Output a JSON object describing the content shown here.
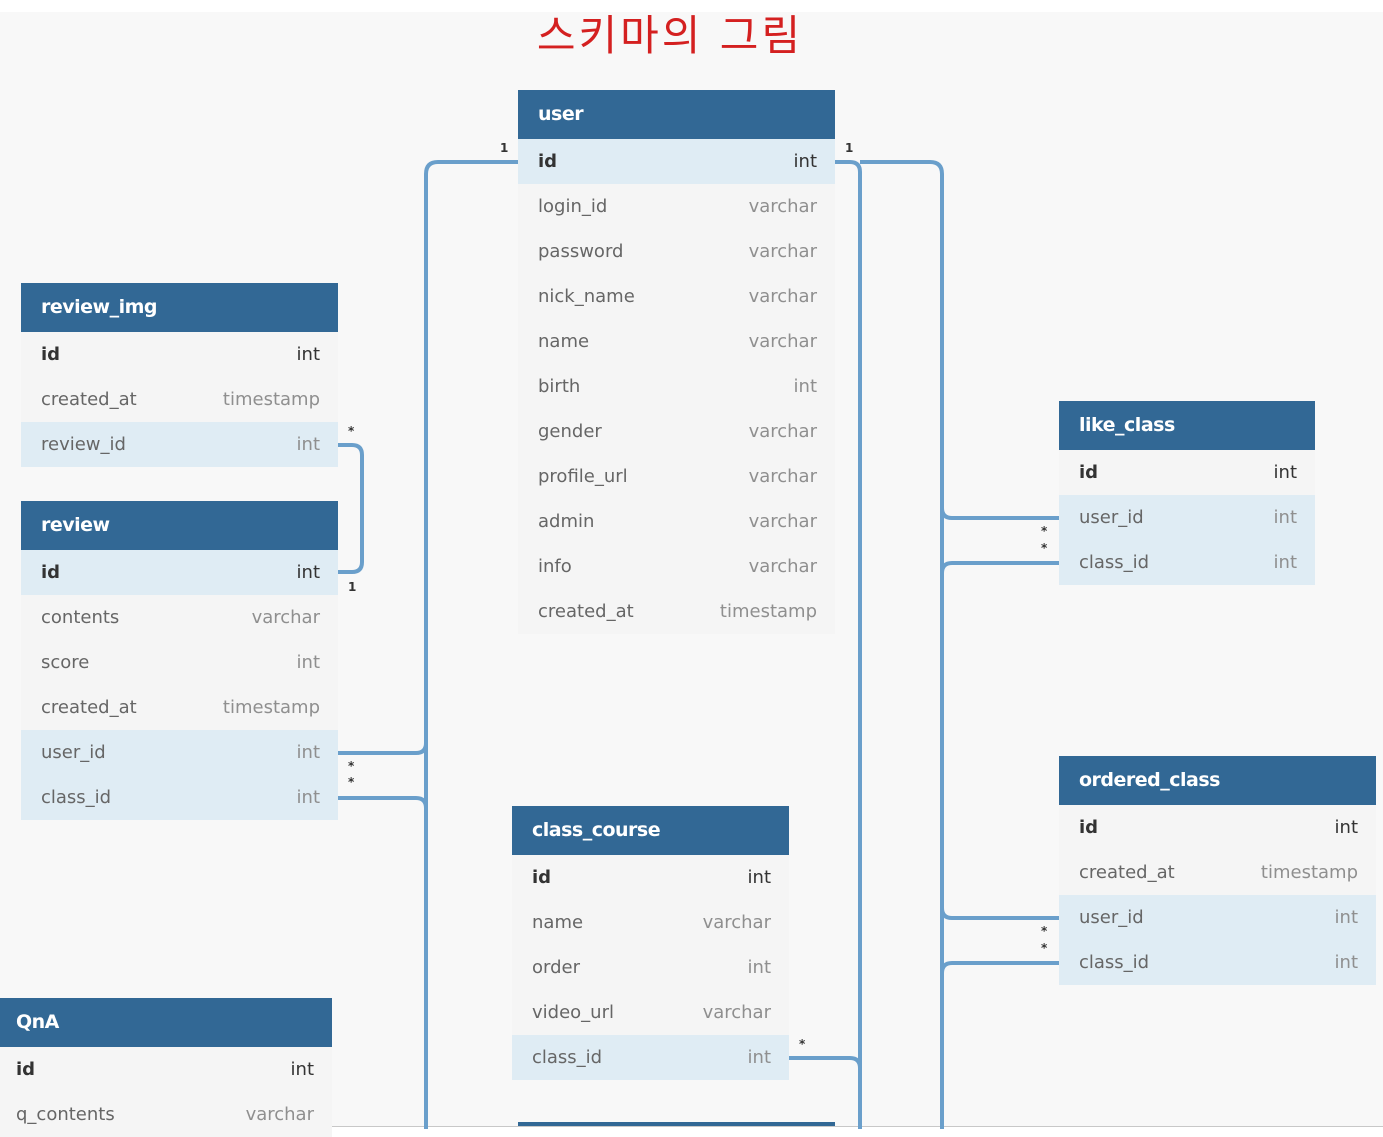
{
  "title": "스키마의 그림",
  "tables": {
    "user": {
      "name": "user",
      "fields": [
        {
          "name": "id",
          "type": "int"
        },
        {
          "name": "login_id",
          "type": "varchar"
        },
        {
          "name": "password",
          "type": "varchar"
        },
        {
          "name": "nick_name",
          "type": "varchar"
        },
        {
          "name": "name",
          "type": "varchar"
        },
        {
          "name": "birth",
          "type": "int"
        },
        {
          "name": "gender",
          "type": "varchar"
        },
        {
          "name": "profile_url",
          "type": "varchar"
        },
        {
          "name": "admin",
          "type": "varchar"
        },
        {
          "name": "info",
          "type": "varchar"
        },
        {
          "name": "created_at",
          "type": "timestamp"
        }
      ]
    },
    "review_img": {
      "name": "review_img",
      "fields": [
        {
          "name": "id",
          "type": "int"
        },
        {
          "name": "created_at",
          "type": "timestamp"
        },
        {
          "name": "review_id",
          "type": "int"
        }
      ]
    },
    "review": {
      "name": "review",
      "fields": [
        {
          "name": "id",
          "type": "int"
        },
        {
          "name": "contents",
          "type": "varchar"
        },
        {
          "name": "score",
          "type": "int"
        },
        {
          "name": "created_at",
          "type": "timestamp"
        },
        {
          "name": "user_id",
          "type": "int"
        },
        {
          "name": "class_id",
          "type": "int"
        }
      ]
    },
    "like_class": {
      "name": "like_class",
      "fields": [
        {
          "name": "id",
          "type": "int"
        },
        {
          "name": "user_id",
          "type": "int"
        },
        {
          "name": "class_id",
          "type": "int"
        }
      ]
    },
    "ordered_class": {
      "name": "ordered_class",
      "fields": [
        {
          "name": "id",
          "type": "int"
        },
        {
          "name": "created_at",
          "type": "timestamp"
        },
        {
          "name": "user_id",
          "type": "int"
        },
        {
          "name": "class_id",
          "type": "int"
        }
      ]
    },
    "class_course": {
      "name": "class_course",
      "fields": [
        {
          "name": "id",
          "type": "int"
        },
        {
          "name": "name",
          "type": "varchar"
        },
        {
          "name": "order",
          "type": "int"
        },
        {
          "name": "video_url",
          "type": "varchar"
        },
        {
          "name": "class_id",
          "type": "int"
        }
      ]
    },
    "qna": {
      "name": "QnA",
      "fields": [
        {
          "name": "id",
          "type": "int"
        },
        {
          "name": "q_contents",
          "type": "varchar"
        }
      ]
    }
  },
  "cardinality": {
    "one": "1",
    "many": "*"
  },
  "colors": {
    "header": "#326895",
    "line": "#6a9fcb",
    "highlight": "#dfecf4",
    "title": "#d42020"
  }
}
